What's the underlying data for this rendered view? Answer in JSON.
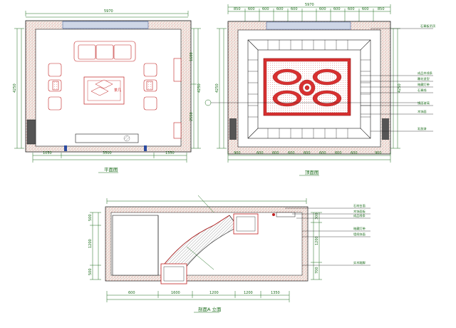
{
  "drawing": {
    "palette": {
      "line": "#1a1a1a",
      "dimension": "#1a6b1a",
      "accent": "#cc2020",
      "stipple": "#b04a4a",
      "wall_fill": "#f3e4dc"
    }
  },
  "plan": {
    "title": "平面图",
    "table_label": "茶几",
    "dims_top": [
      "5970"
    ],
    "dims_bottom": [
      "1050",
      "3500",
      "1350"
    ],
    "dims_left": [
      "4250"
    ],
    "dims_right": [
      "4250",
      "1600",
      "2550"
    ]
  },
  "ceiling": {
    "title": "顶面图",
    "dims_top_overall": "5970",
    "dims_top": [
      "850",
      "600",
      "600",
      "600",
      "600",
      "600",
      "600",
      "600",
      "600",
      "850"
    ],
    "dims_bottom": [
      "900",
      "600",
      "600",
      "600",
      "600",
      "600",
      "600",
      "600",
      "900"
    ],
    "dims_left": [
      "4250"
    ],
    "dims_right": [
      "4250"
    ],
    "notes": [
      "石膏板吊顶",
      "成品木线条",
      "雕花造型",
      "暗藏灯带",
      "石膏线",
      "镜面玻璃",
      "木饰面",
      "乳胶漆"
    ]
  },
  "elevation": {
    "title": "剖面A 立面",
    "dims_bottom": [
      "600",
      "1600",
      "1200",
      "1200",
      "1350"
    ],
    "dims_left": [
      "500",
      "1200",
      "500"
    ],
    "dims_right": [
      "300",
      "1200",
      "700"
    ],
    "notes": [
      "石材台面",
      "木饰面板",
      "成品线条",
      "暗藏灯带",
      "墙纸饰面",
      "实木踢脚"
    ]
  }
}
